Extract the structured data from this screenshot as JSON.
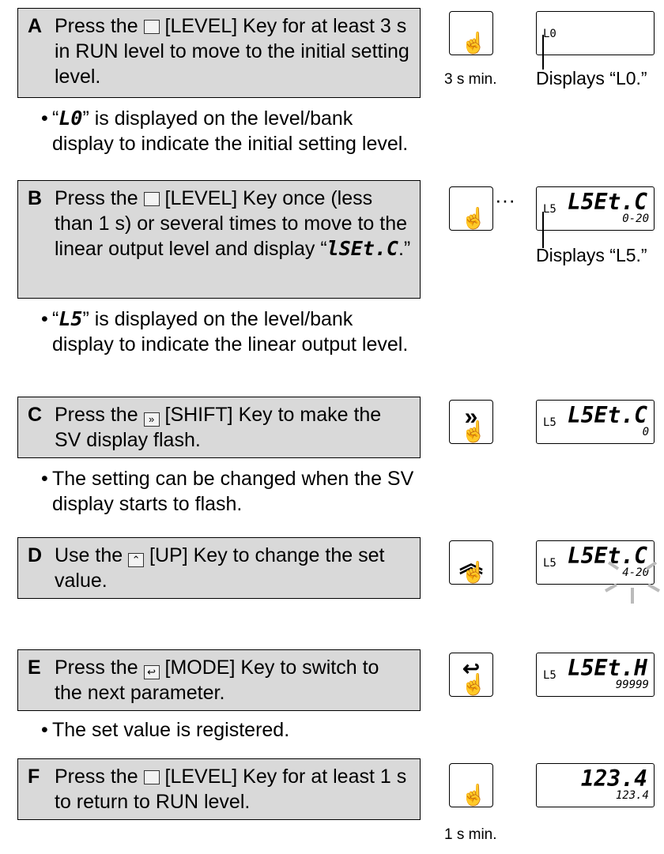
{
  "steps": [
    {
      "letter": "A",
      "text_pre": "Press the ",
      "text_post": " [LEVEL] Key for at least 3 s in RUN level to move to the initial setting level.",
      "bullet_pre": "“",
      "bullet_code": "L0",
      "bullet_post": "” is displayed on the level/bank display to indicate the initial setting level.",
      "key_note": "3 s min.",
      "lcd": {
        "level": "L0",
        "pv": "",
        "sv": ""
      },
      "callout": "Displays “L0.”"
    },
    {
      "letter": "B",
      "text_pre": "Press the ",
      "text_post": " [LEVEL] Key once (less than 1 s) or several times to move to the linear output level and display “",
      "text_code": "lSEt.C",
      "text_end": ".”",
      "bullet_pre": "“",
      "bullet_code": "L5",
      "bullet_post": "” is displayed on the level/bank display to indicate the linear output level.",
      "key_dots": "···",
      "lcd": {
        "level": "L5",
        "pv": "L5Et.C",
        "sv": "0-20"
      },
      "callout": "Displays “L5.”"
    },
    {
      "letter": "C",
      "text_pre": "Press the ",
      "text_post": " [SHIFT] Key to make the SV display flash.",
      "bullet_pre": "",
      "bullet_post": "The setting can be changed when the SV display starts to flash.",
      "lcd": {
        "level": "L5",
        "pv": "L5Et.C",
        "sv": "0"
      }
    },
    {
      "letter": "D",
      "text_pre": "Use the ",
      "text_post": " [UP] Key to change the set value.",
      "lcd": {
        "level": "L5",
        "pv": "L5Et.C",
        "sv": "4-20"
      }
    },
    {
      "letter": "E",
      "text_pre": "Press the ",
      "text_post": " [MODE] Key to switch to the next parameter.",
      "bullet_pre": "",
      "bullet_post": "The set value is registered.",
      "lcd": {
        "level": "L5",
        "pv": "L5Et.H",
        "sv": "99999"
      }
    },
    {
      "letter": "F",
      "text_pre": "Press the ",
      "text_post": " [LEVEL] Key for at least 1 s to return to RUN level.",
      "key_note": "1 s min.",
      "lcd": {
        "level": "",
        "pv": "123.4",
        "sv": "123.4"
      }
    }
  ]
}
